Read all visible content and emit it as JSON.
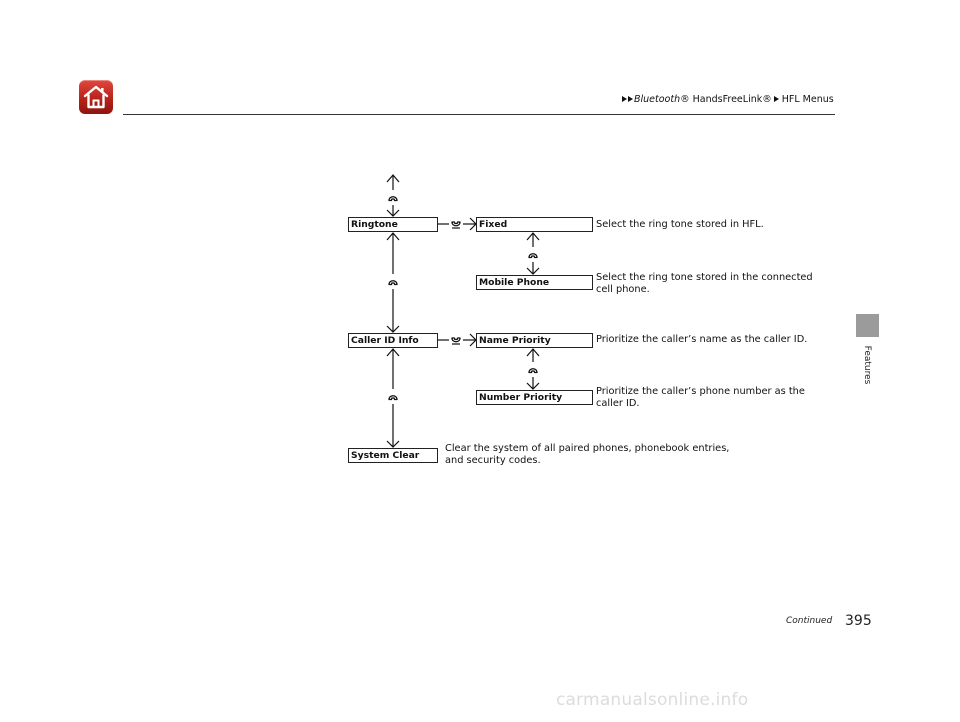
{
  "header": {
    "breadcrumb": [
      {
        "text": "Bluetooth",
        "italic": true,
        "suffix": "® HandsFreeLink®"
      },
      {
        "text": "HFL Menus"
      }
    ]
  },
  "side_tab": {
    "label": "Features"
  },
  "diagram": {
    "main_items": [
      {
        "label": "Ringtone"
      },
      {
        "label": "Caller ID Info"
      },
      {
        "label": "System Clear",
        "description": [
          "Clear the system of all paired phones, phonebook entries,",
          "and security codes."
        ]
      }
    ],
    "ringtone_options": [
      {
        "label": "Fixed",
        "description": [
          "Select the ring tone stored in HFL."
        ]
      },
      {
        "label": "Mobile Phone",
        "description": [
          "Select the ring tone stored in the connected",
          "cell phone."
        ]
      }
    ],
    "caller_id_options": [
      {
        "label": "Name Priority",
        "description": [
          "Prioritize the caller’s name as the caller ID."
        ]
      },
      {
        "label": "Number Priority",
        "description": [
          "Prioritize the caller’s phone number as the",
          "caller ID."
        ]
      }
    ]
  },
  "footer": {
    "continued": "Continued",
    "page_number": "395"
  },
  "watermark": "carmanualsonline.info"
}
